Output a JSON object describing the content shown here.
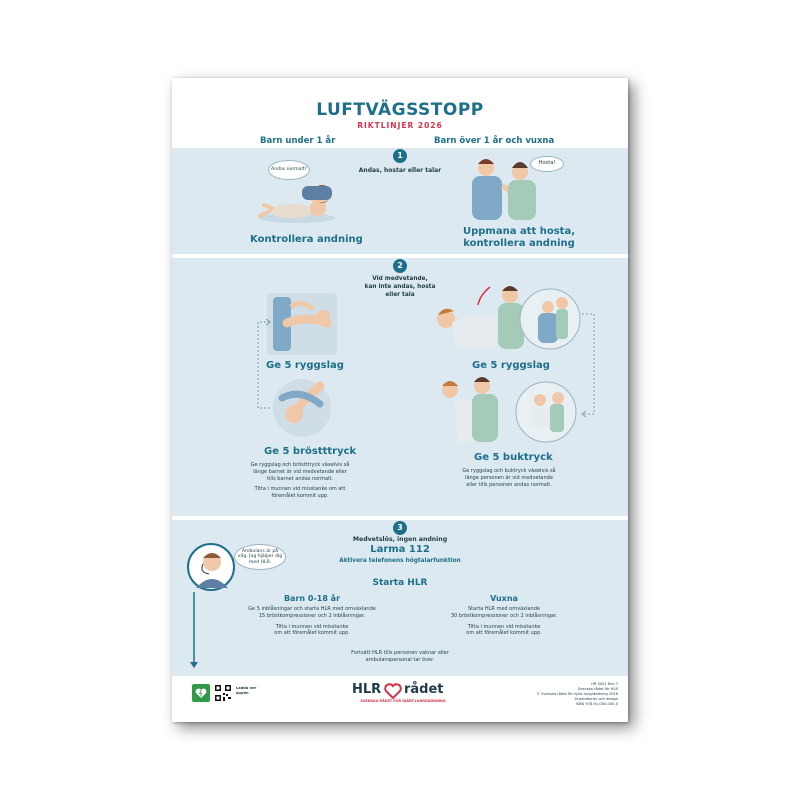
{
  "header": {
    "title": "LUFTVÄGSSTOPP",
    "subtitle": "RIKTLINJER 2026",
    "col_left": "Barn under 1 år",
    "col_right": "Barn över 1 år och vuxna"
  },
  "step1": {
    "number": "1",
    "question": "Andas, hostar eller talar",
    "bubble_left": "Andas normalt?",
    "bubble_right": "Hosta!",
    "left_label": "Kontrollera andning",
    "right_label_1": "Uppmana att hosta,",
    "right_label_2": "kontrollera andning"
  },
  "step2": {
    "number": "2",
    "question_1": "Vid medvetande,",
    "question_2": "kan inte andas, hosta",
    "question_3": "eller tala",
    "left_back": "Ge 5 ryggslag",
    "left_chest": "Ge 5 bröstttryck",
    "right_back": "Ge 5 ryggslag",
    "right_abdomen": "Ge 5 buktryck",
    "left_text_1": "Ge ryggslag och bröstttryck växelvis så",
    "left_text_2": "länge barnet är vid medvetande eller",
    "left_text_3": "tills barnet andas normalt.",
    "left_text_4": "Titta i munnen vid misstanke om att",
    "left_text_5": "föremålet kommit upp.",
    "right_text_1": "Ge ryggslag och buktryck växelvis så",
    "right_text_2": "länge personen är vid medvetande",
    "right_text_3": "eller tills personen andas normalt."
  },
  "step3": {
    "number": "3",
    "status": "Medvetslös, ingen andning",
    "call": "Larma 112",
    "speaker": "Aktivera telefonens högtalarfunktion",
    "bubble": "Ambulans är på väg. Jag hjälper dig med HLR.",
    "start": "Starta HLR",
    "kids_title": "Barn 0-18 år",
    "kids_1": "Ge 5 inblåsningar och starta HLR med omväxlande",
    "kids_2": "15 bröstkompressioner och 2 inblåsningar.",
    "kids_3": "Titta i munnen vid misstanke",
    "kids_4": "om att föremålet kommit upp.",
    "adult_title": "Vuxna",
    "adult_1": "Starta HLR med omväxlande",
    "adult_2": "30 bröstkompressioner och 2 inblåsningar.",
    "adult_3": "Titta i munnen vid misstanke",
    "adult_4": "om att föremålet kommit upp.",
    "continue_1": "Fortsätt HLR tills personen vaknar eller",
    "continue_2": "ambulanspersonal tar över."
  },
  "footer": {
    "app_1": "Ladda ner",
    "app_2": "appen",
    "logo_hlr": "HLR",
    "logo_radet": "rådet",
    "tagline": "SVENSKA RÅDET FÖR HJÄRT-LUNGRÄDDNING",
    "meta_1": "HR 0001 Rev 7",
    "meta_2": "Svenska rådet för HLR",
    "meta_3": "© Svenska rådet för hjärt-lungräddning 2026",
    "meta_4": "Illustrationer och design",
    "meta_5": "ISBN 978-91-000-000-0"
  },
  "colors": {
    "teal": "#1d6f8a",
    "red": "#d6334a",
    "band": "#dde9f1",
    "heart": "#d6334a"
  }
}
